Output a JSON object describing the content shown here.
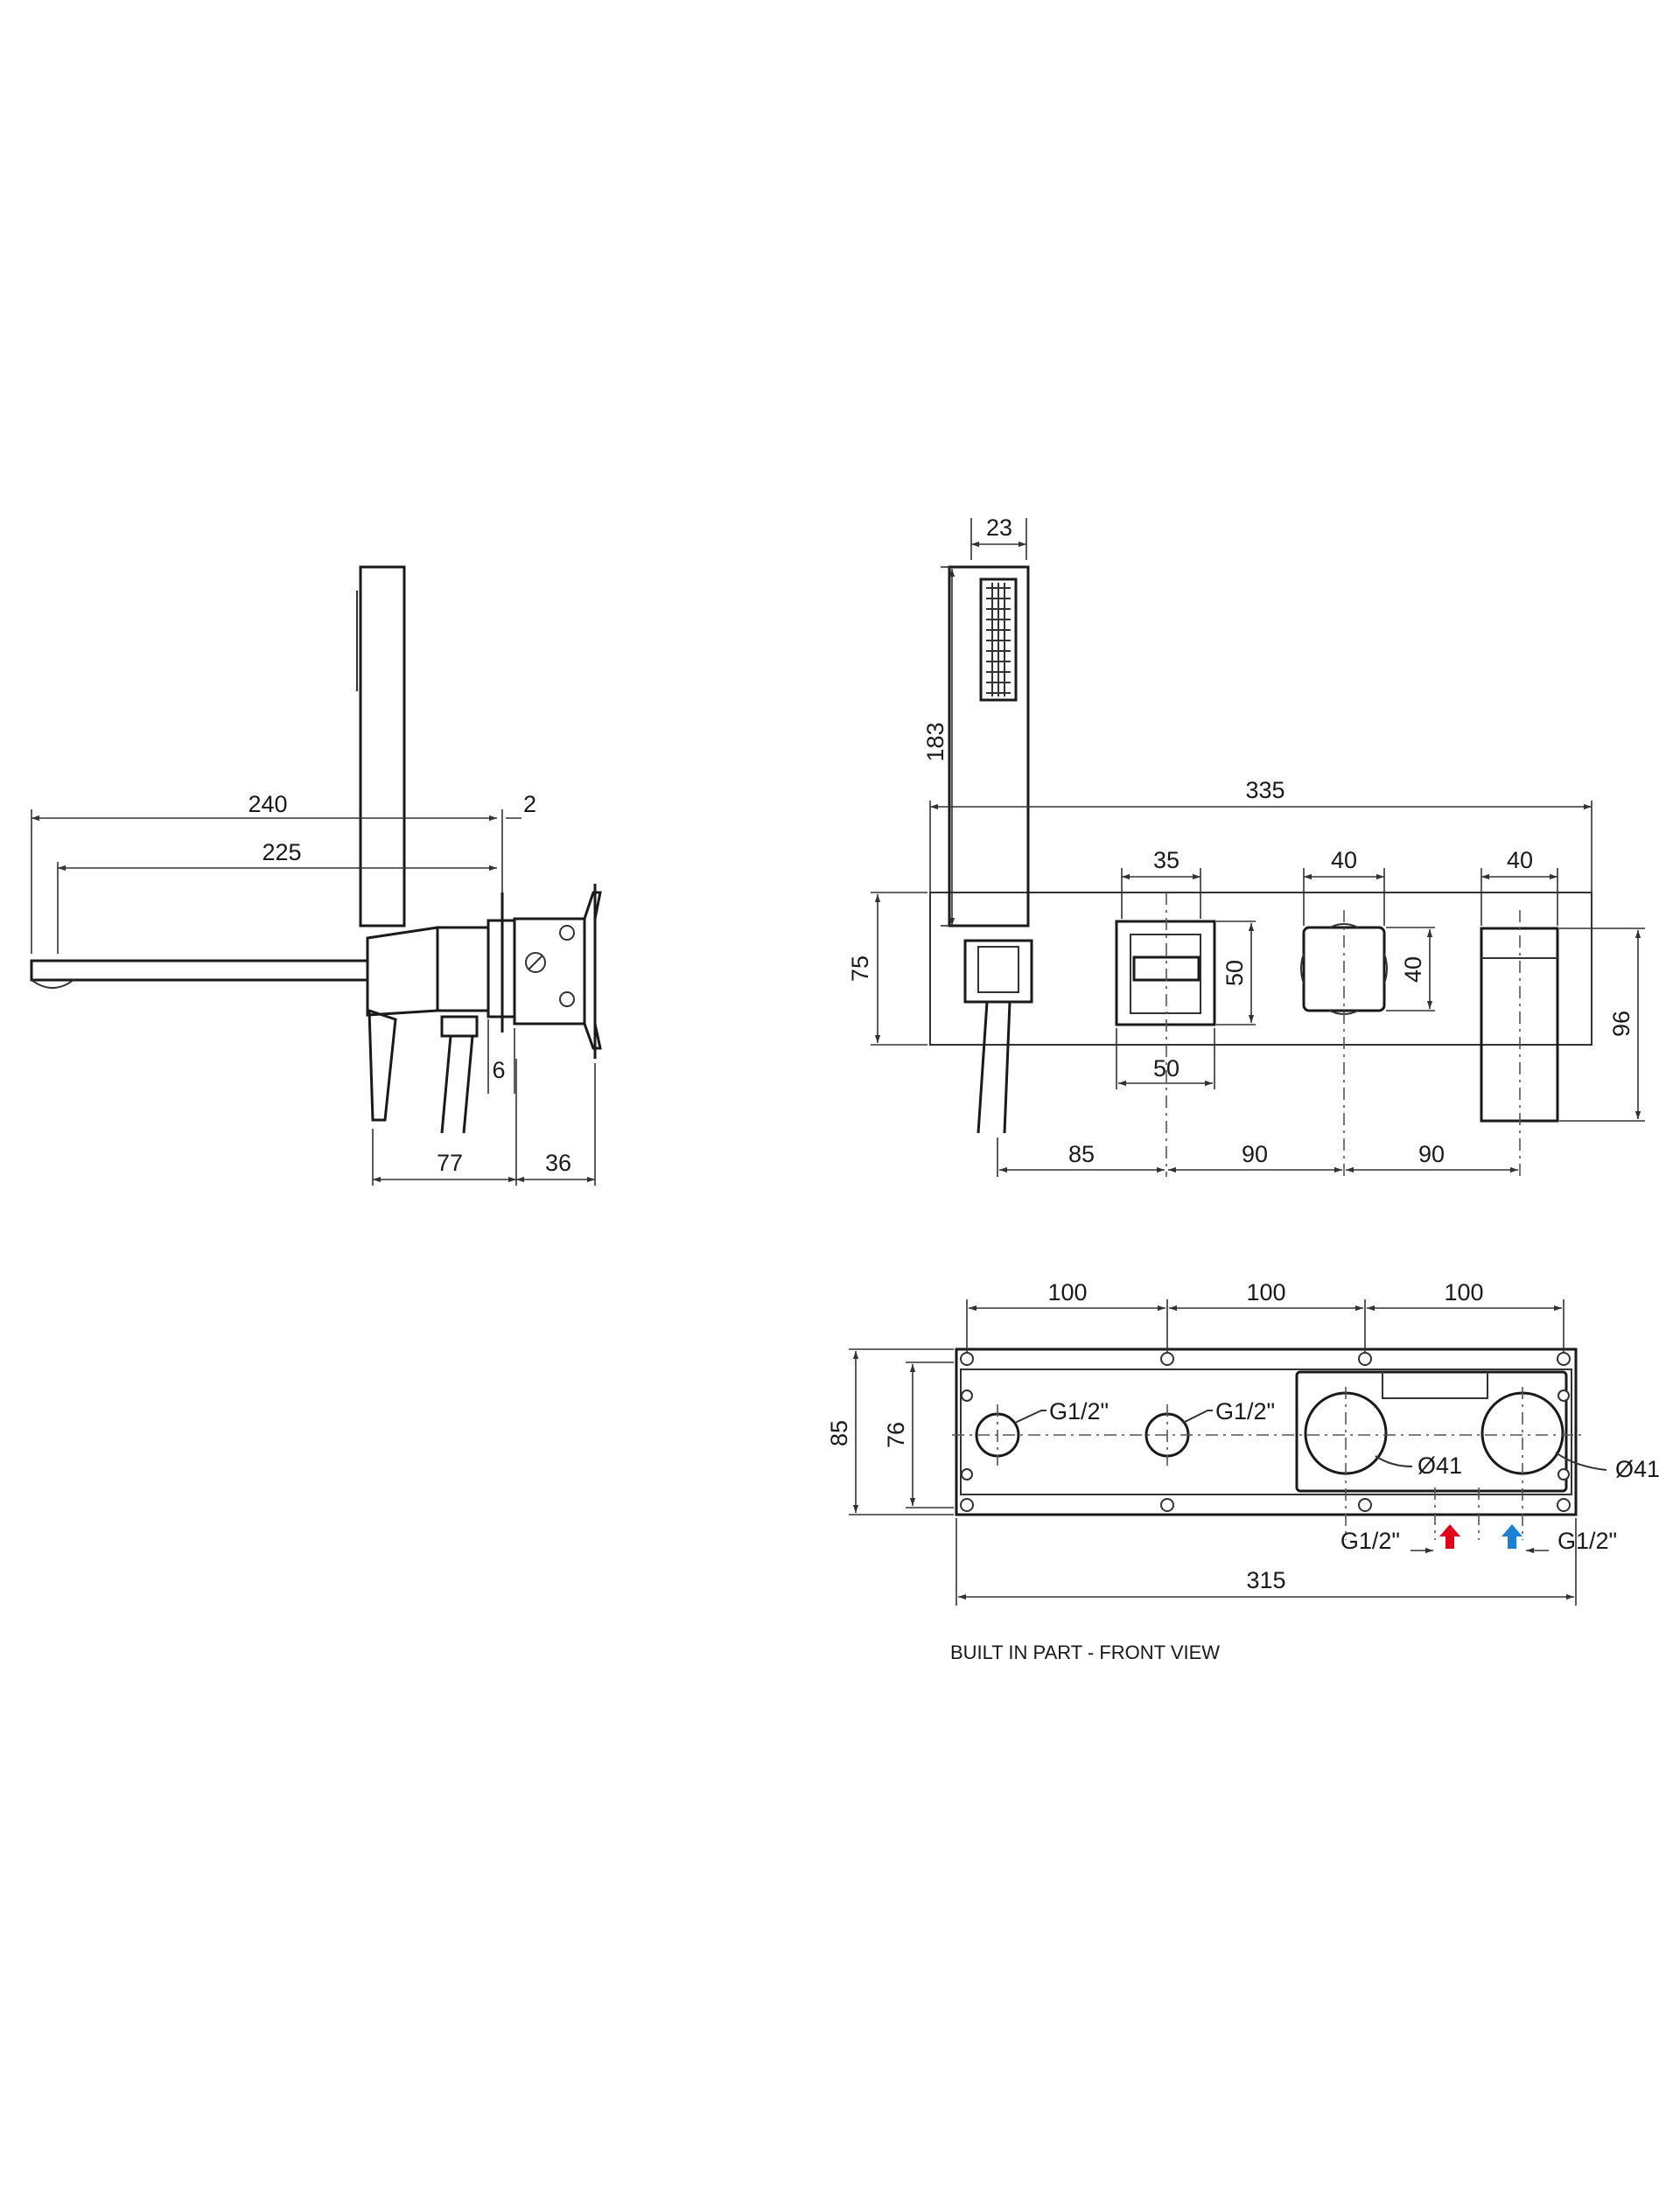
{
  "side_view": {
    "dims": {
      "d240": "240",
      "d225": "225",
      "d2": "2",
      "d6": "6",
      "d77": "77",
      "d36": "36"
    }
  },
  "front_view": {
    "dims": {
      "d23": "23",
      "d183": "183",
      "d335": "335",
      "d35": "35",
      "d40a": "40",
      "d40b": "40",
      "d75": "75",
      "d50v": "50",
      "d40v": "40",
      "d96": "96",
      "d50h": "50",
      "d85": "85",
      "d90a": "90",
      "d90b": "90"
    }
  },
  "built_in_view": {
    "dims": {
      "d100a": "100",
      "d100b": "100",
      "d100c": "100",
      "d85": "85",
      "d76": "76",
      "g12_a": "G1/2\"",
      "g12_b": "G1/2\"",
      "dia41_a": "Ø41",
      "dia41_b": "Ø41",
      "g12_c": "G1/2\"",
      "g12_d": "G1/2\"",
      "d315": "315"
    },
    "caption": "BUILT IN PART - FRONT VIEW",
    "colors": {
      "hot_arrow": "#e2001a",
      "cold_arrow": "#1e7fd6"
    }
  }
}
